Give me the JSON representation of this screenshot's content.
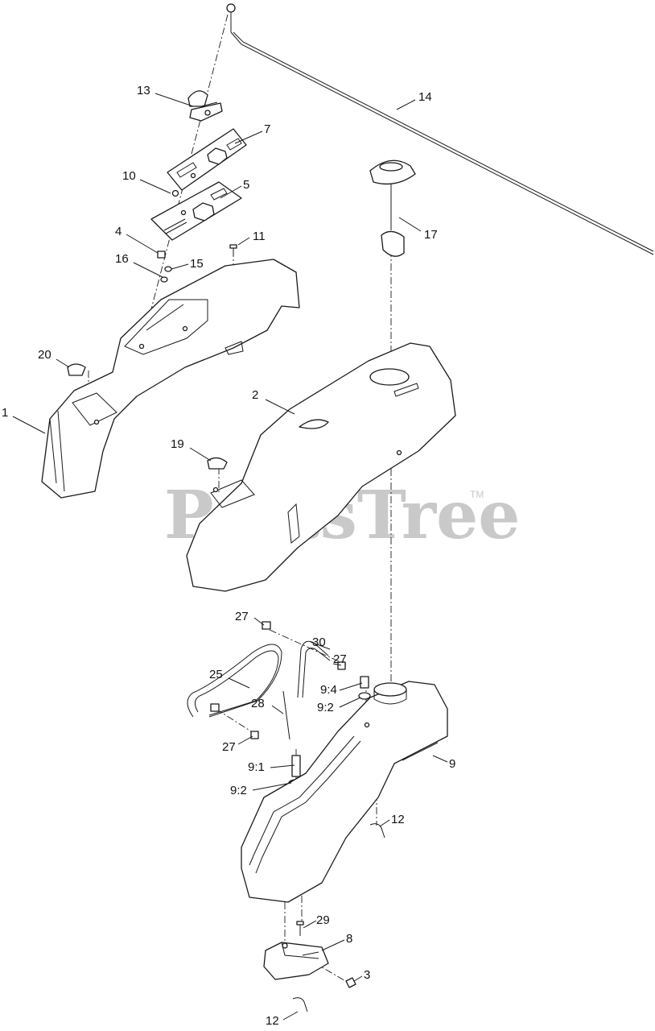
{
  "watermark": {
    "text": "PartsTree",
    "trademark": "TM"
  },
  "callouts": [
    "1",
    "2",
    "3",
    "4",
    "5",
    "7",
    "8",
    "9",
    "9:1",
    "9:2",
    "9:2",
    "9:4",
    "10",
    "11",
    "12",
    "12",
    "13",
    "14",
    "15",
    "16",
    "17",
    "19",
    "20",
    "25",
    "27",
    "27",
    "27",
    "28",
    "29",
    "30"
  ]
}
